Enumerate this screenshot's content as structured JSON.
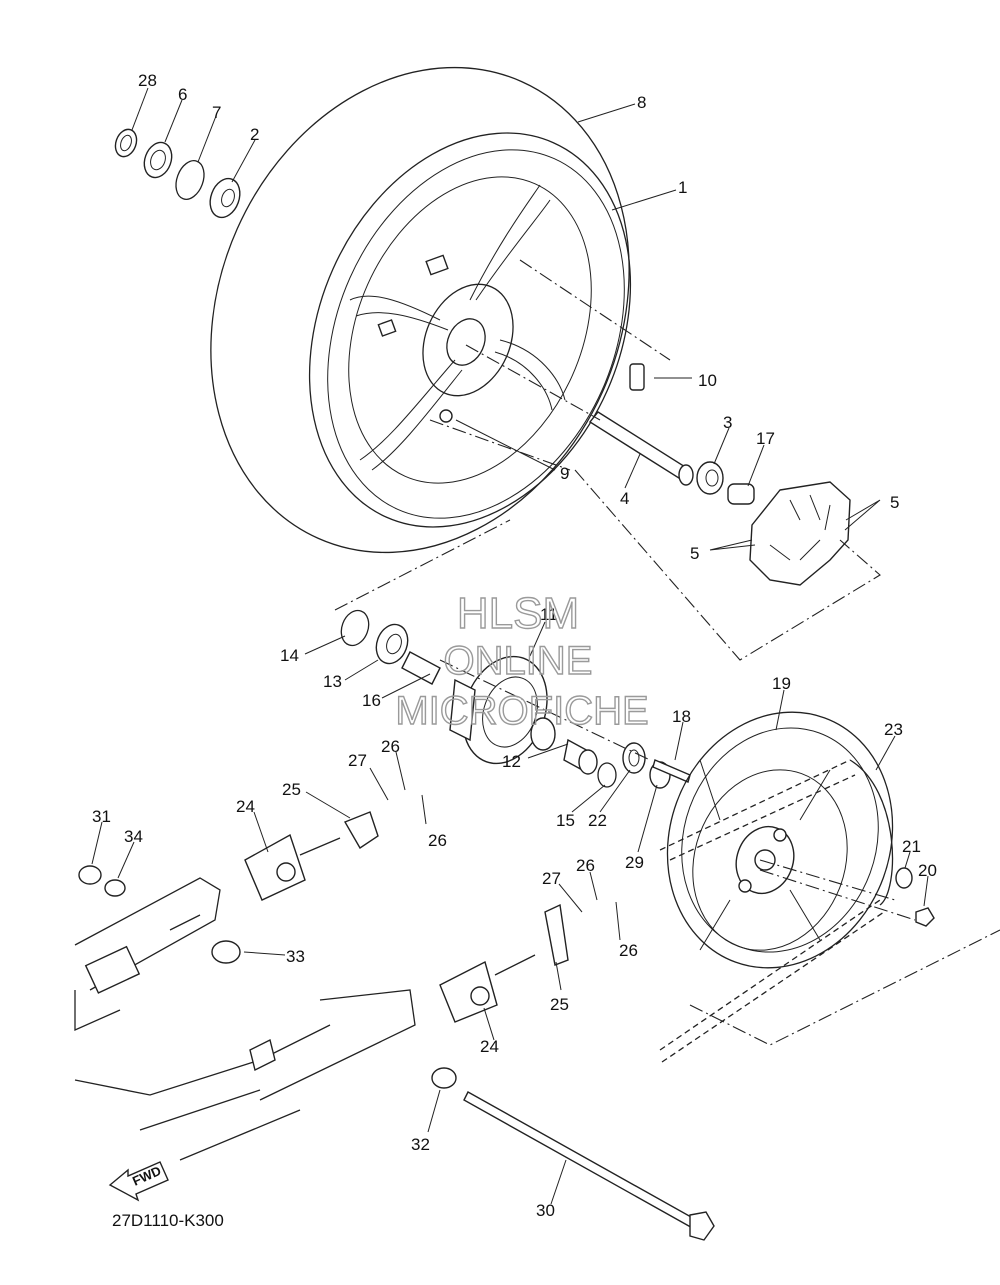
{
  "drawing_code": "27D1110-K300",
  "fwd_label": "FWD",
  "watermark": [
    "HLSM",
    "ONLINE",
    "MICROFICHE"
  ],
  "callouts": {
    "c28": "28",
    "c6": "6",
    "c7": "7",
    "c2": "2",
    "c8": "8",
    "c1": "1",
    "c10": "10",
    "c9": "9",
    "c3": "3",
    "c17": "17",
    "c4": "4",
    "c5a": "5",
    "c5b": "5",
    "c14": "14",
    "c13": "13",
    "c16": "16",
    "c11": "11",
    "c12": "12",
    "c18": "18",
    "c19": "19",
    "c23": "23",
    "c15": "15",
    "c22": "22",
    "c29": "29",
    "c21": "21",
    "c20": "20",
    "c27a": "27",
    "c26a": "26",
    "c26b": "26",
    "c25a": "25",
    "c24a": "24",
    "c31": "31",
    "c34": "34",
    "c33": "33",
    "c27b": "27",
    "c26c": "26",
    "c26d": "26",
    "c25b": "25",
    "c24b": "24",
    "c32": "32",
    "c30": "30"
  }
}
